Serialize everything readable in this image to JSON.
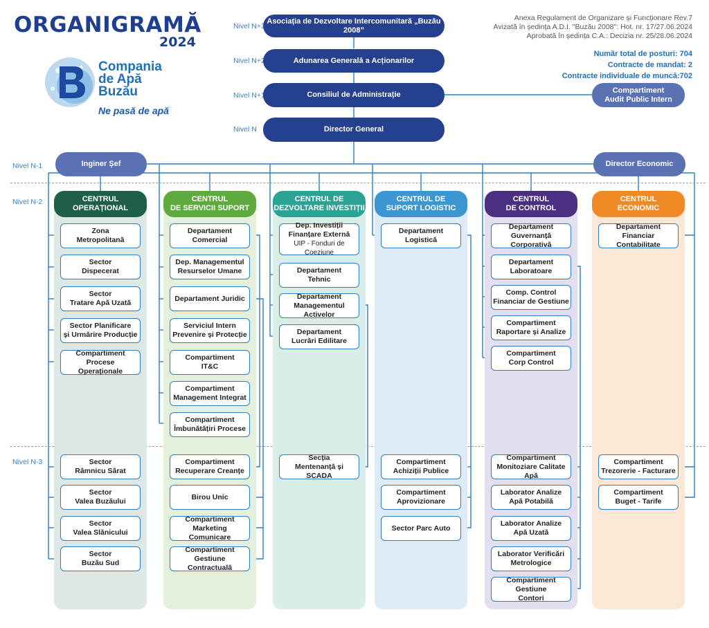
{
  "header": {
    "title": "ORGANIGRAMĂ",
    "year": "2024",
    "logo_line1": "Compania",
    "logo_line2": "de Apă",
    "logo_line3": "Buzău",
    "slogan": "Ne pasă de apă",
    "annex1": "Anexa Regulament de Organizare și Funcționare Rev.7",
    "annex2": "Avizată în ședința A.D.I. \"Buzău 2008\": Hot. nr. 17/27.06.2024",
    "annex3": "Aprobată în ședința C.A.: Decizia nr. 25/28.06.2024",
    "stat1": "Număr total de posturi: 704",
    "stat2": "Contracte de mandat: 2",
    "stat3": "Contracte individuale de muncă:702"
  },
  "levels": {
    "n3": "Nivel N+3",
    "n2": "Nivel N+2",
    "n1": "Nivel N+1",
    "n0": "Nivel N",
    "nm1": "Nivel N-1",
    "nm2": "Nivel N-2",
    "nm3": "Nivel N-3"
  },
  "top": {
    "asociatia": "Asociația de Dezvoltare Intercomunitară „Buzău 2008”",
    "adunarea": "Adunarea Generală a Acționarilor",
    "consiliul": "Consiliul de Administrație",
    "audit_l1": "Compartiment",
    "audit_l2": "Audit Public Intern",
    "director_general": "Director General",
    "inginer_sef": "Inginer Șef",
    "director_economic": "Director Economic"
  },
  "colors": {
    "operational": "#1f5f47",
    "operational_bg": "#dde7e3",
    "suport": "#5eaa3e",
    "suport_bg": "#e4f0dc",
    "investitii": "#2ba394",
    "investitii_bg": "#d9ede9",
    "logistic": "#3b96d2",
    "logistic_bg": "#dcebf6",
    "control": "#4a2f82",
    "control_bg": "#e3def0",
    "economic": "#f08a25",
    "economic_bg": "#fbe7d6"
  },
  "columns": [
    {
      "l1": "CENTRUL",
      "l2": "OPERAȚIONAL",
      "n2": [
        [
          "Zona",
          "Metropolitană"
        ],
        [
          "Sector",
          "Dispecerat"
        ],
        [
          "Sector",
          "Tratare Apă Uzată"
        ],
        [
          "Sector Planificare",
          "și Urmărire Producție"
        ],
        [
          "Compartiment Procese",
          "Operaționale"
        ]
      ],
      "n3": [
        [
          "Sector",
          "Râmnicu Sărat"
        ],
        [
          "Sector",
          "Valea Buzăului"
        ],
        [
          "Sector",
          "Valea Slănicului"
        ],
        [
          "Sector",
          "Buzău Sud"
        ]
      ]
    },
    {
      "l1": "CENTRUL",
      "l2": "DE SERVICII SUPORT",
      "n2": [
        [
          "Departament",
          "Comercial"
        ],
        [
          "Dep. Managementul",
          "Resurselor Umane"
        ],
        [
          "Departament Juridic",
          ""
        ],
        [
          "Serviciul Intern",
          "Prevenire și Protecție"
        ],
        [
          "Compartiment",
          "IT&C"
        ],
        [
          "Compartiment",
          "Management Integrat"
        ],
        [
          "Compartiment",
          "Îmbunătățiri Procese"
        ]
      ],
      "n3": [
        [
          "Compartiment",
          "Recuperare Creanțe"
        ],
        [
          "Birou Unic",
          ""
        ],
        [
          "Compartiment",
          "Marketing Comunicare"
        ],
        [
          "Compartiment",
          "Gestiune Contractuală"
        ]
      ]
    },
    {
      "l1": "CENTRUL DE",
      "l2": "DEZVOLTARE INVESTIȚII",
      "n2": [
        [
          "Dep. Investiții",
          "Finanțare Externă",
          "UIP - Fonduri de Coeziune"
        ],
        [
          "Departament",
          "Tehnic"
        ],
        [
          "Departament",
          "Managementul Activelor"
        ],
        [
          "Departament",
          "Lucrări Edilitare"
        ]
      ],
      "n3": [
        [
          "Secția",
          "Mentenanță și SCADA"
        ]
      ]
    },
    {
      "l1": "CENTRUL DE",
      "l2": "SUPORT LOGISTIC",
      "n2": [
        [
          "Departament",
          "Logistică"
        ]
      ],
      "n3": [
        [
          "Compartiment",
          "Achiziții Publice"
        ],
        [
          "Compartiment",
          "Aprovizionare"
        ],
        [
          "Sector Parc Auto",
          ""
        ]
      ]
    },
    {
      "l1": "CENTRUL",
      "l2": "DE CONTROL",
      "n2": [
        [
          "Departament",
          "Guvernanță Corporativă"
        ],
        [
          "Departament",
          "Laboratoare"
        ],
        [
          "Comp. Control",
          "Financiar de Gestiune"
        ],
        [
          "Compartiment",
          "Raportare și Analize"
        ],
        [
          "Compartiment",
          "Corp Control"
        ]
      ],
      "n3": [
        [
          "Compartiment",
          "Monitoziare Calitate Apă"
        ],
        [
          "Laborator Analize",
          "Apă Potabilă"
        ],
        [
          "Laborator Analize",
          "Apă Uzată"
        ],
        [
          "Laborator Verificări",
          "Metrologice"
        ],
        [
          "Compartiment Gestiune",
          "Contori"
        ]
      ]
    },
    {
      "l1": "CENTRUL",
      "l2": "ECONOMIC",
      "n2": [
        [
          "Departament",
          "Financiar Contabilitate"
        ]
      ],
      "n3": [
        [
          "Compartiment",
          "Trezorerie - Facturare"
        ],
        [
          "Compartiment",
          "Buget - Tarife"
        ]
      ]
    }
  ]
}
